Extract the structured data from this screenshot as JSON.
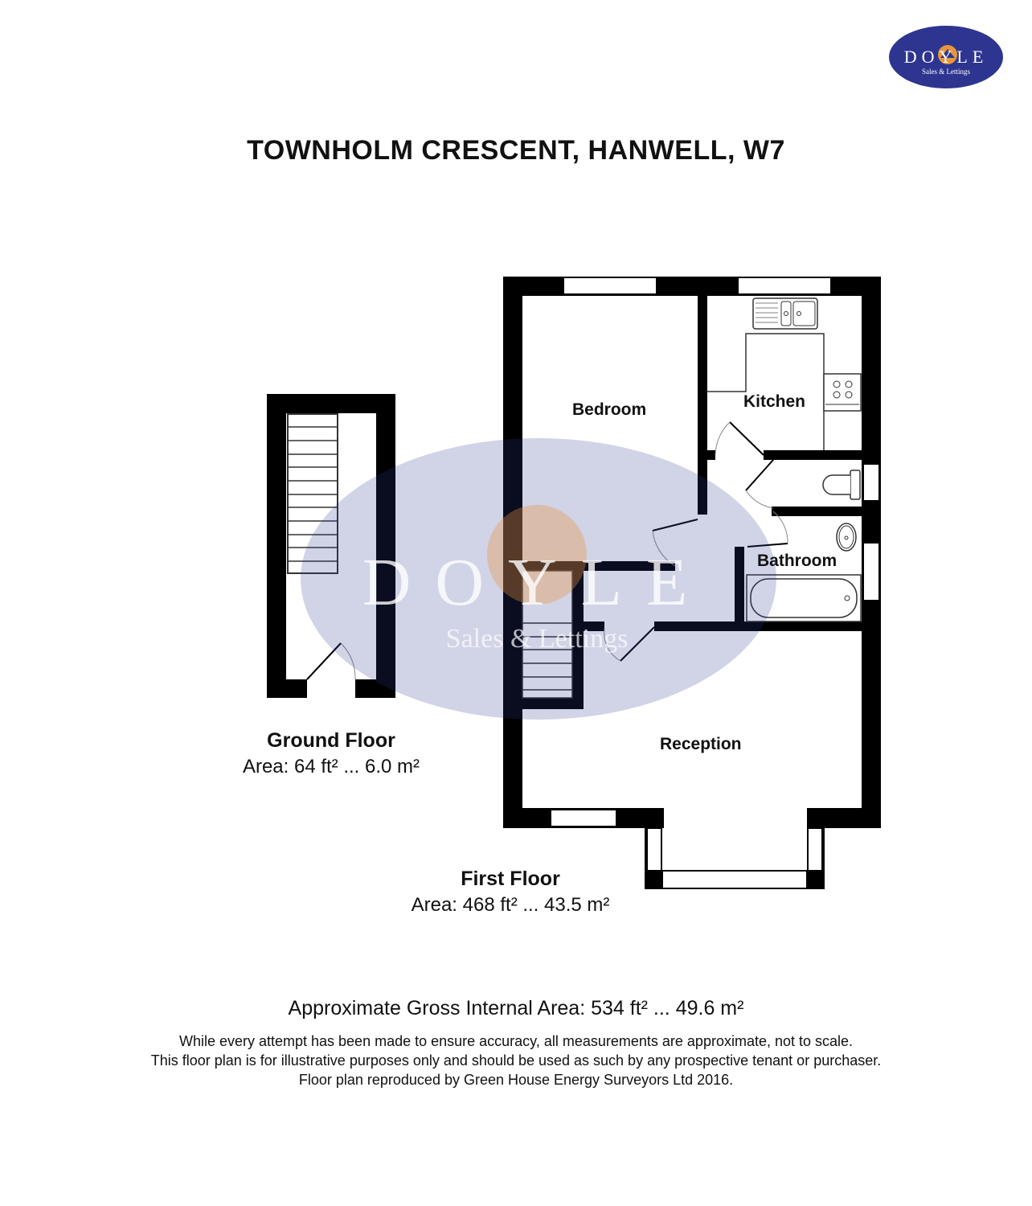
{
  "title": "TOWNHOLM CRESCENT, HANWELL, W7",
  "logo": {
    "name": "DOYLE",
    "tagline": "Sales & Lettings",
    "colors": {
      "oval": "#2d3590",
      "house": "#e8963a",
      "text": "#ffffff"
    }
  },
  "watermark": {
    "name": "DOYLE",
    "tagline": "Sales & Lettings"
  },
  "floors": [
    {
      "name": "Ground Floor",
      "area": "Area: 64 ft² ... 6.0 m²"
    },
    {
      "name": "First Floor",
      "area": "Area: 468 ft² ... 43.5 m²"
    }
  ],
  "rooms": {
    "bedroom": "Bedroom",
    "kitchen": "Kitchen",
    "bathroom": "Bathroom",
    "reception": "Reception"
  },
  "gross_area": "Approximate Gross Internal Area: 534 ft² ... 49.6 m²",
  "disclaimer": [
    "While every attempt has been made to ensure accuracy, all measurements are approximate, not to scale.",
    "This floor plan is for illustrative purposes only and should be used as such by any prospective tenant or purchaser.",
    "Floor plan reproduced by Green House Energy Surveyors Ltd 2016."
  ],
  "colors": {
    "wall": "#000000",
    "watermark": "#2d3590"
  }
}
